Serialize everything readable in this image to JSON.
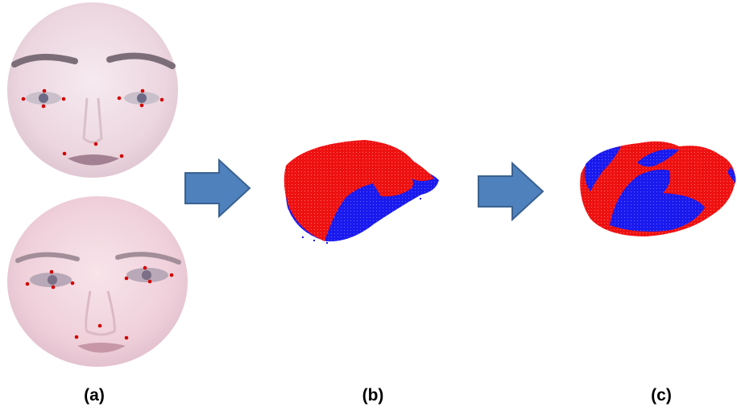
{
  "figure": {
    "panels": [
      {
        "id": "a",
        "caption": "(a)",
        "content": "two-faces-with-red-landmark-dots"
      },
      {
        "id": "b",
        "caption": "(b)",
        "content": "3d-face-point-cloud-red-blue"
      },
      {
        "id": "c",
        "caption": "(c)",
        "content": "3d-face-point-cloud-red-blue"
      }
    ],
    "arrows": [
      {
        "from": "a",
        "to": "b",
        "icon": "right-arrow-icon"
      },
      {
        "from": "b",
        "to": "c",
        "icon": "right-arrow-icon"
      }
    ],
    "colors": {
      "arrow_fill": "#4f81bd",
      "arrow_stroke": "#3a6290",
      "landmark": "#d40000",
      "cloud_red": "#ee1111",
      "cloud_blue": "#1a1aee",
      "skin": "#f2dde4"
    }
  }
}
